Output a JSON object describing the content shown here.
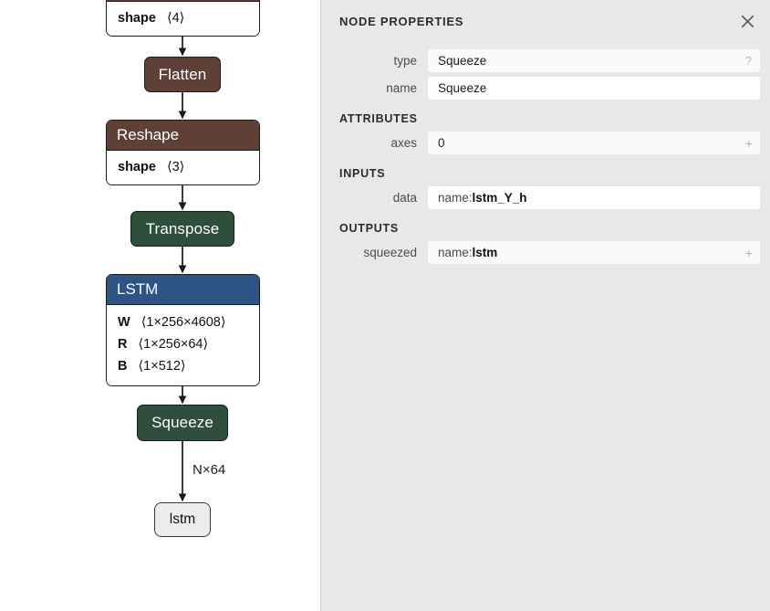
{
  "graph": {
    "nodes": [
      {
        "id": "reshape-top",
        "kind": "block-partial",
        "header": "",
        "attributes": [
          {
            "key": "shape",
            "value": "⟨4⟩"
          }
        ]
      },
      {
        "id": "flatten",
        "kind": "op",
        "label": "Flatten",
        "color": "#5e4036"
      },
      {
        "id": "reshape",
        "kind": "block",
        "header": "Reshape",
        "color": "#5e4036",
        "attributes": [
          {
            "key": "shape",
            "value": "⟨3⟩"
          }
        ]
      },
      {
        "id": "transpose",
        "kind": "op",
        "label": "Transpose",
        "color": "#2d4f3c"
      },
      {
        "id": "lstm",
        "kind": "block",
        "header": "LSTM",
        "color": "#2d5485",
        "attributes": [
          {
            "key": "W",
            "value": "⟨1×256×4608⟩"
          },
          {
            "key": "R",
            "value": "⟨1×256×64⟩"
          },
          {
            "key": "B",
            "value": "⟨1×512⟩"
          }
        ]
      },
      {
        "id": "squeeze",
        "kind": "op",
        "label": "Squeeze",
        "color": "#2d4f3c"
      },
      {
        "id": "lstm-output",
        "kind": "io",
        "label": "lstm"
      }
    ],
    "edge_labels": [
      {
        "id": "squeeze-to-output",
        "text": "N×64"
      }
    ]
  },
  "sidebar": {
    "title": "NODE PROPERTIES",
    "close_icon": "close-icon",
    "sections": [
      {
        "id": "node",
        "heading": "",
        "rows": [
          {
            "label": "type",
            "value": "Squeeze",
            "hint": "?",
            "style": "gray"
          },
          {
            "label": "name",
            "value": "Squeeze",
            "style": "white"
          }
        ]
      },
      {
        "id": "attributes",
        "heading": "ATTRIBUTES",
        "rows": [
          {
            "label": "axes",
            "value": "0",
            "plus": "+",
            "style": "gray"
          }
        ]
      },
      {
        "id": "inputs",
        "heading": "INPUTS",
        "rows": [
          {
            "label": "data",
            "prefix": "name: ",
            "value": "lstm_Y_h",
            "style": "white"
          }
        ]
      },
      {
        "id": "outputs",
        "heading": "OUTPUTS",
        "rows": [
          {
            "label": "squeezed",
            "prefix": "name: ",
            "value": "lstm",
            "plus": "+",
            "style": "gray"
          }
        ]
      }
    ]
  },
  "colors": {
    "canvas_background": "#ffffff",
    "sidebar_background": "#e8e8e8",
    "node_brown": "#5e4036",
    "node_green": "#2d4f3c",
    "node_blue": "#2d5485",
    "io_node": "#ededed",
    "edge_stroke": "#1a1a1a"
  }
}
